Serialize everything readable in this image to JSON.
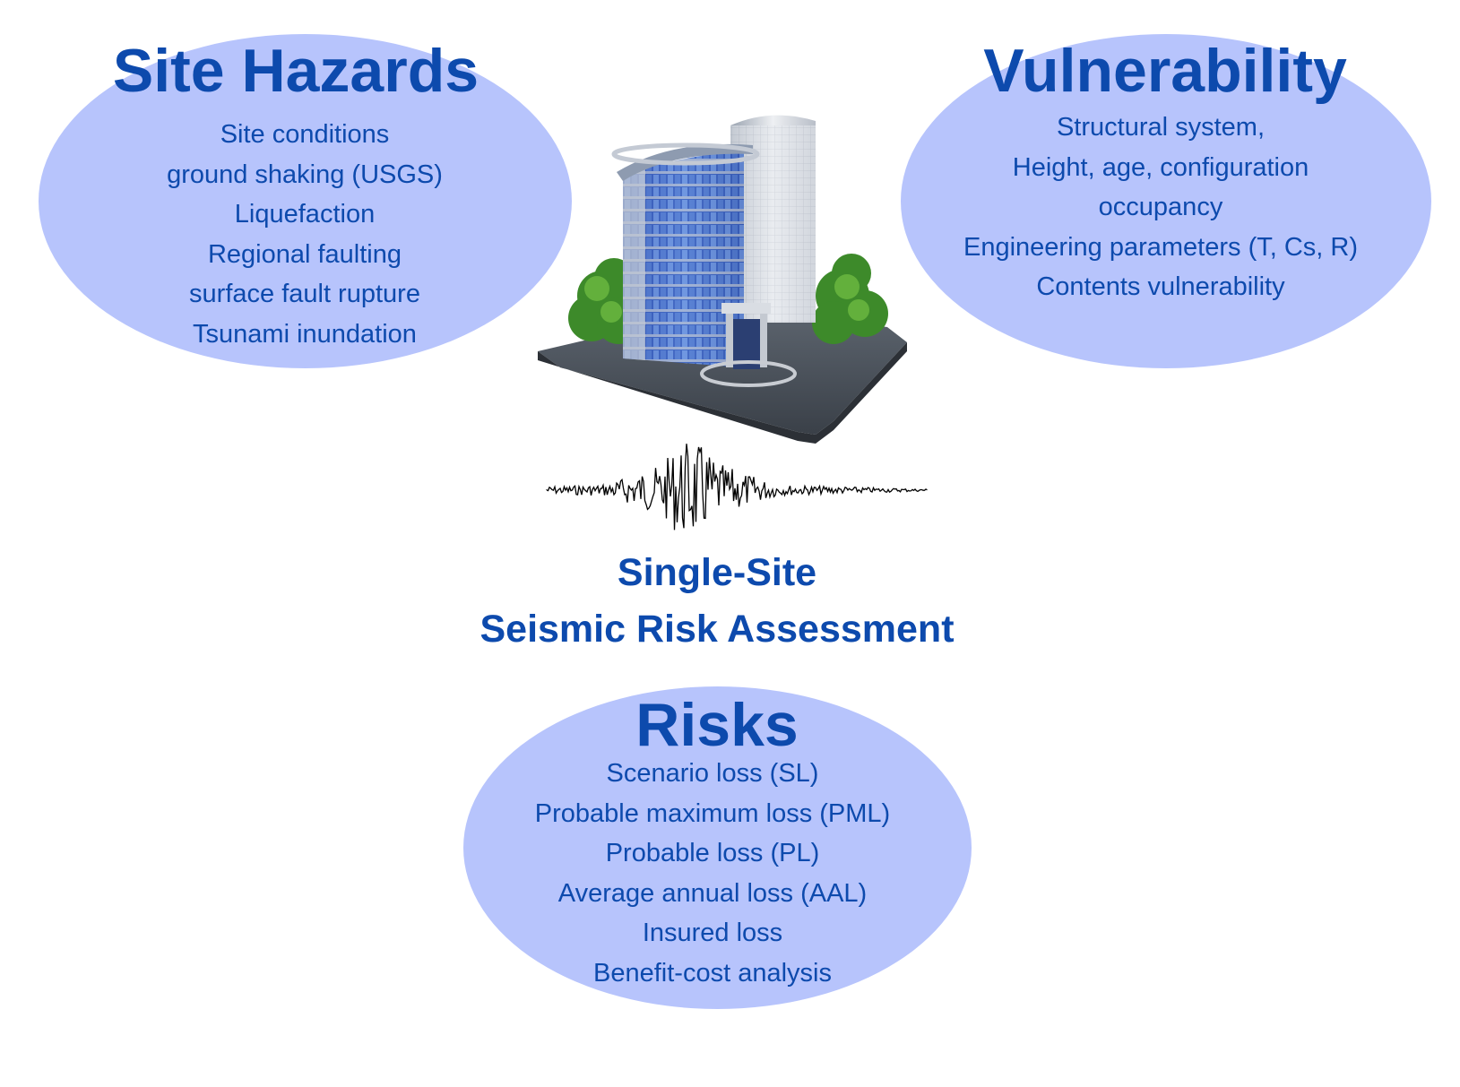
{
  "site_hazards": {
    "title": "Site Hazards",
    "items": [
      "Site conditions",
      "ground shaking (USGS)",
      "Liquefaction",
      "Regional faulting",
      "surface fault rupture",
      "Tsunami inundation"
    ]
  },
  "vulnerability": {
    "title": "Vulnerability",
    "items": [
      "Structural system,",
      "Height, age, configuration",
      "occupancy",
      "Engineering parameters (T, Cs, R)",
      "Contents vulnerability"
    ]
  },
  "center": {
    "line1": "Single-Site",
    "line2": "Seismic Risk Assessment"
  },
  "risks": {
    "title": "Risks",
    "items": [
      "Scenario loss (SL)",
      "Probable maximum loss (PML)",
      "Probable loss (PL)",
      "Average annual loss (AAL)",
      "Insured loss",
      "Benefit-cost analysis"
    ]
  },
  "colors": {
    "ellipse_fill": "#b7c4fc",
    "text": "#0d4aad"
  },
  "icons": [
    "office-building-illustration",
    "seismogram-waveform"
  ]
}
